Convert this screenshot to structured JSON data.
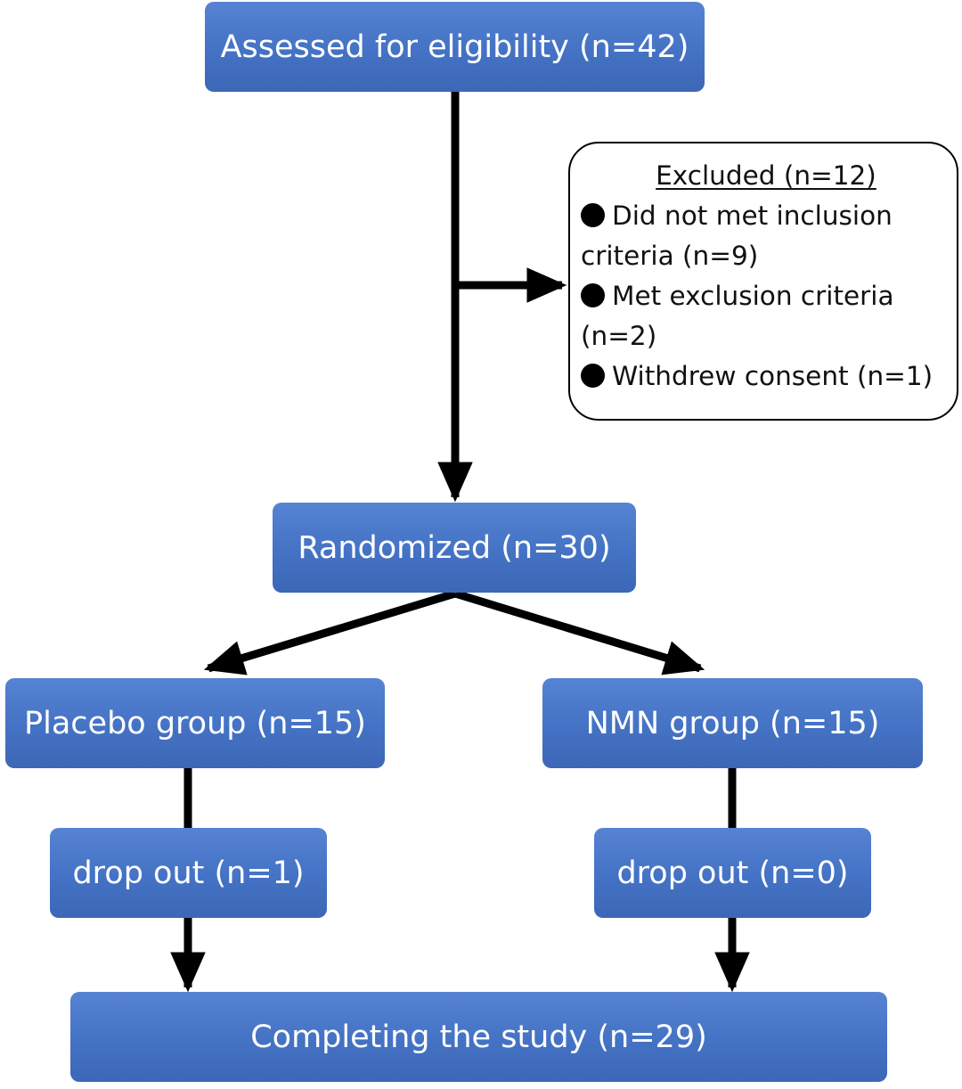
{
  "boxes": {
    "assessed": "Assessed for eligibility (n=42)",
    "randomized": "Randomized (n=30)",
    "placebo": "Placebo group (n=15)",
    "nmn": "NMN group (n=15)",
    "dropout_placebo": "drop out (n=1)",
    "dropout_nmn": "drop out (n=0)",
    "completed": "Completing the study (n=29)"
  },
  "excluded": {
    "title": "Excluded (n=12)",
    "items": [
      "Did not met inclusion criteria (n=9)",
      "Met exclusion criteria (n=2)",
      "Withdrew consent (n=1)"
    ]
  },
  "colors": {
    "box_fill": "#4472c4",
    "box_text": "#ffffff",
    "arrow": "#000000"
  }
}
